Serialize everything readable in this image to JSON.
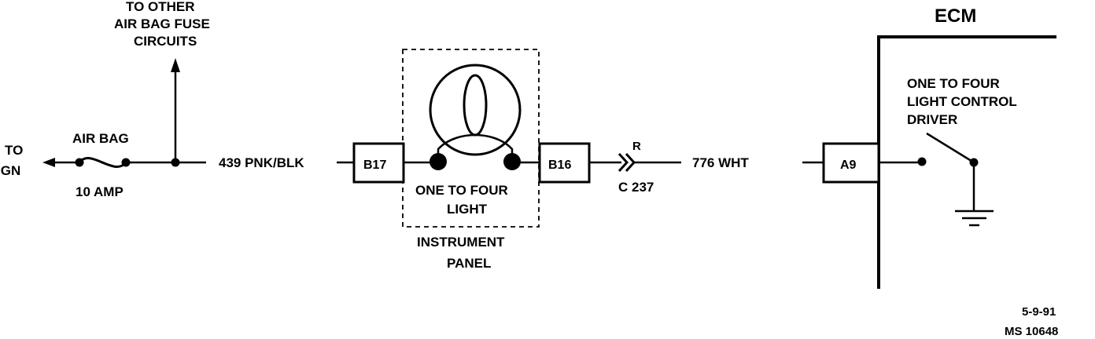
{
  "left": {
    "to_label": "TO",
    "ign_label": "IGN",
    "fuse_name": "AIR BAG",
    "fuse_rating": "10 AMP",
    "other_circuits": [
      "TO OTHER",
      "AIR BAG FUSE",
      "CIRCUITS"
    ]
  },
  "wire_left": "439 PNK/BLK",
  "connector_in": "B17",
  "connector_out": "B16",
  "lamp": {
    "lines": [
      "ONE TO FOUR",
      "LIGHT"
    ],
    "panel_lines": [
      "INSTRUMENT",
      "PANEL"
    ]
  },
  "inline_connector": {
    "id": "C 237",
    "marker": "R"
  },
  "wire_right": "776 WHT",
  "ecm": {
    "title": "ECM",
    "pin": "A9",
    "driver_lines": [
      "ONE TO FOUR",
      "LIGHT CONTROL",
      "DRIVER"
    ]
  },
  "ref": {
    "date": "5-9-91",
    "code": "MS 10648"
  }
}
